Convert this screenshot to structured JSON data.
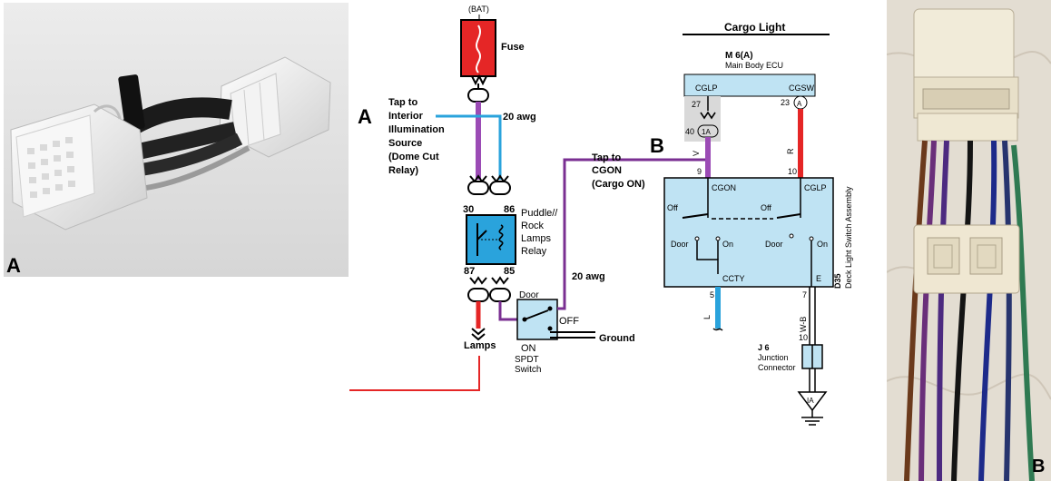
{
  "photo_a": {
    "label": "A"
  },
  "photo_b": {
    "label": "B"
  },
  "diagram": {
    "marker_a": "A",
    "marker_b": "B",
    "bat": "(BAT)",
    "fuse": "Fuse",
    "tap_interior": [
      "Tap to",
      "Interior",
      "Illumination",
      "Source",
      "(Dome Cut",
      "Relay)"
    ],
    "wire_20awg_top": "20 awg",
    "wire_20awg_bottom": "20 awg",
    "relay_pins": {
      "p30": "30",
      "p86": "86",
      "p87": "87",
      "p85": "85"
    },
    "relay_name": [
      "Puddle//",
      "Rock",
      "Lamps",
      "Relay"
    ],
    "lamps": "Lamps",
    "tap_cgon": [
      "Tap to",
      "CGON",
      "(Cargo ON)"
    ],
    "switch": {
      "door": "Door",
      "off": "OFF",
      "on": "ON",
      "name": [
        "SPDT",
        "Switch"
      ],
      "ground": "Ground"
    },
    "cargo_light": "Cargo Light",
    "ecu": {
      "code": "M 6(A)",
      "name": "Main Body ECU",
      "cglp": "CGLP",
      "cgsw": "CGSW",
      "pin27": "27",
      "pin40": "40",
      "pin23": "23",
      "conn1a": "1A",
      "connA": "A"
    },
    "wires": {
      "v": "V",
      "r": "R",
      "l": "L",
      "wb": "W-B"
    },
    "deck": {
      "pin9": "9",
      "pin10": "10",
      "pin5": "5",
      "pin7": "7",
      "cgon": "CGON",
      "cglp": "CGLP",
      "off_left": "Off",
      "off_right": "Off",
      "door_left": "Door",
      "on_left": "On",
      "door_right": "Door",
      "on_right": "On",
      "ccty": "CCTY",
      "e": "E",
      "code": "D35",
      "name": "Deck Light Switch Assembly"
    },
    "junction": {
      "pin10": "10",
      "code": "J 6",
      "name": [
        "Junction",
        "Connector"
      ],
      "ia": "IA"
    }
  }
}
